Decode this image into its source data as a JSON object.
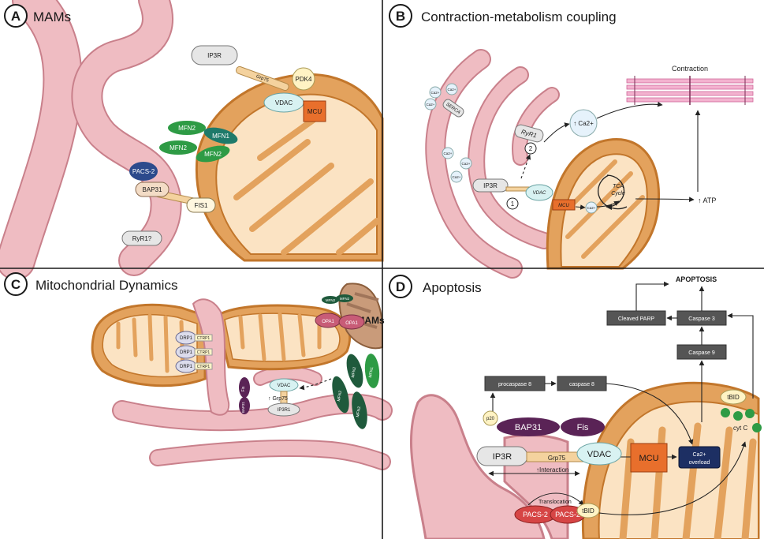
{
  "panels": {
    "a": {
      "letter": "A",
      "title": "MAMs"
    },
    "b": {
      "letter": "B",
      "title": "Contraction-metabolism coupling"
    },
    "c": {
      "letter": "C",
      "title": "Mitochondrial Dynamics"
    },
    "d": {
      "letter": "D",
      "title": "Apoptosis"
    }
  },
  "panel_a": {
    "ip3r": "IP3R",
    "grp75": "Grp75",
    "vdac": "VDAC",
    "pdk4": "PDK4",
    "mcu": "MCU",
    "mfn2_top": "MFN2",
    "mfn1": "MFN1",
    "mfn2_left": "MFN2",
    "mfn2_right": "MFN2",
    "pacs2": "PACS-2",
    "bap31": "BAP31",
    "fis1": "FIS1",
    "ryr1": "RyR1?"
  },
  "panel_b": {
    "ca_free": [
      "Ca2+",
      "Ca2+",
      "Ca2+",
      "Ca2+",
      "Ca2+",
      "Ca2+"
    ],
    "serca": "SERCA",
    "ryr1": "RyR1",
    "ip3r": "IP3R",
    "vdac": "VDAC",
    "mcu": "MCU",
    "ca_up": "↑ Ca2+",
    "contraction": "Contraction",
    "tca": "TCA",
    "cycle": "Cycle",
    "ca_matrix": "Ca2+",
    "atp": "↑ ATP",
    "step1": "1",
    "step2": "2"
  },
  "panel_c": {
    "drp1": [
      "DRP1",
      "DRP1",
      "DRP1"
    ],
    "ctrp1": [
      "CTRP1",
      "CTRP1",
      "CTRP1"
    ],
    "mfn_small": [
      "MFN2",
      "MFN2"
    ],
    "mams": "MAMs",
    "opa1": [
      "OPA1",
      "OPA1"
    ],
    "mfn2_stalks": [
      "MFN2",
      "MFN2",
      "MFN2",
      "MFN1"
    ],
    "fis": "Fis",
    "bap31": "BAP31",
    "vdac": "VDAC",
    "grp75": "↑ Grp75",
    "ip3r1": "IP3R1"
  },
  "panel_d": {
    "apoptosis": "APOPTOSIS",
    "cleaved_parp": "Cleaved PARP",
    "caspase3": "Caspase 3",
    "caspase9": "Caspase 9",
    "procaspase8": "procaspase 8",
    "caspase8": "caspase 8",
    "tbid_top": "tBID",
    "cytc": "cyt C",
    "p20": "p20",
    "bap31": "BAP31",
    "fis": "Fis",
    "ip3r": "IP3R",
    "grp75": "Grp75",
    "vdac": "VDAC",
    "mcu": "MCU",
    "ca_overload_1": "Ca2+",
    "ca_overload_2": "overload",
    "interaction": "↑Interaction",
    "translocation": "Translocation",
    "pacs2_a": "PACS-2",
    "pacs2_b": "PACS-2",
    "tbid_bottom": "tBID"
  },
  "colors": {
    "er_fill": "#efbcc2",
    "er_stroke": "#c9808b",
    "mito_outer": "#e3a25d",
    "mito_inner": "#fbe3c3",
    "mito_stroke": "#c2762b",
    "mfn_green": "#2e9b45",
    "mfn_dark": "#1f5a3c",
    "vdac_fill": "#d8f2f2",
    "mcu_orange": "#e86f2c",
    "pacs_red": "#d64545",
    "bap_purple": "#5a2356",
    "pacs2_navy": "#2c4a8c"
  }
}
